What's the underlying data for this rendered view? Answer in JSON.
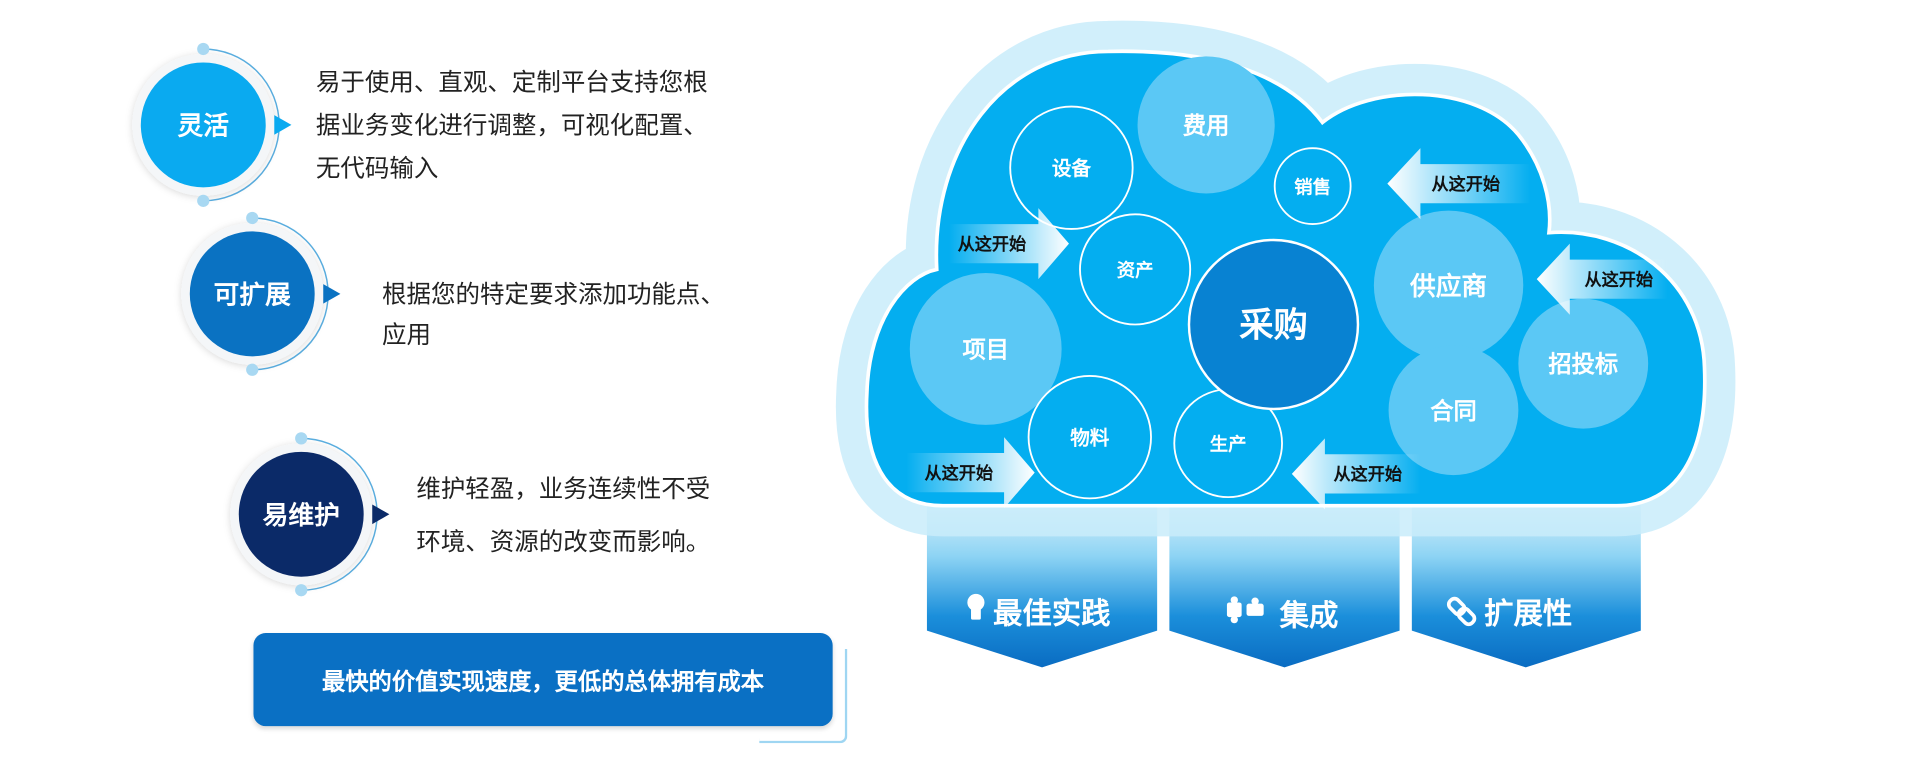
{
  "features": [
    {
      "label": "灵活",
      "color": "#0aaaf0",
      "lines": [
        "易于使用、直观、定制平台支持您根",
        "据业务变化进行调整，可视化配置、",
        "无代码输入"
      ]
    },
    {
      "label": "可扩展",
      "color": "#0a72c2",
      "lines": [
        "根据您的特定要求添加功能点、",
        "应用"
      ]
    },
    {
      "label": "易维护",
      "color": "#0b2a68",
      "lines": [
        "维护轻盈，业务连续性不受",
        "环境、资源的改变而影响。"
      ]
    }
  ],
  "cta": {
    "label": "最快的价值实现速度，更低的总体拥有成本"
  },
  "cloud": {
    "center": "采购",
    "modules": [
      "费用",
      "设备",
      "销售",
      "资产",
      "项目",
      "物料",
      "生产",
      "供应商",
      "合同",
      "招投标"
    ],
    "start_label": "从这开始"
  },
  "pillars": [
    {
      "label": "最佳实践",
      "icon": "lightbulb-icon"
    },
    {
      "label": "集成",
      "icon": "puzzle-icon"
    },
    {
      "label": "扩展性",
      "icon": "link-icon"
    }
  ],
  "colors": {
    "cloud": "#04aef0",
    "halo": "#c9ecfa",
    "bubble": "#5bc8f5",
    "core": "#0882d2",
    "pillar": "#0a6fc4"
  }
}
